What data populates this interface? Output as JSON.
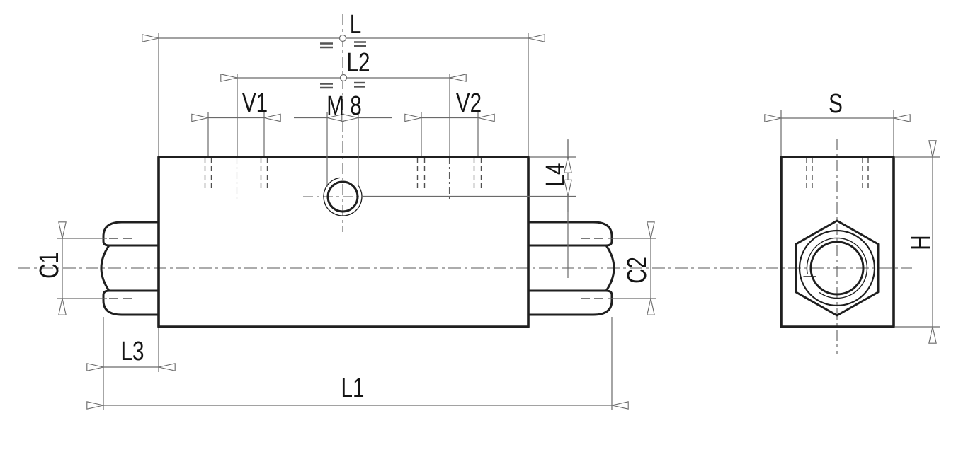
{
  "labels": {
    "L": "L",
    "L2": "L2",
    "V1": "V1",
    "M8": "M 8",
    "V2": "V2",
    "L4": "L4",
    "C1": "C1",
    "C2": "C2",
    "L3": "L3",
    "L1": "L1",
    "S": "S",
    "H": "H"
  },
  "colors": {
    "background": "#ffffff",
    "outline": "#1f1f1f",
    "dimension": "#6a6a6a",
    "hidden": "#4f4f4f",
    "centerline": "#5a5a5a",
    "label": "#141414"
  }
}
